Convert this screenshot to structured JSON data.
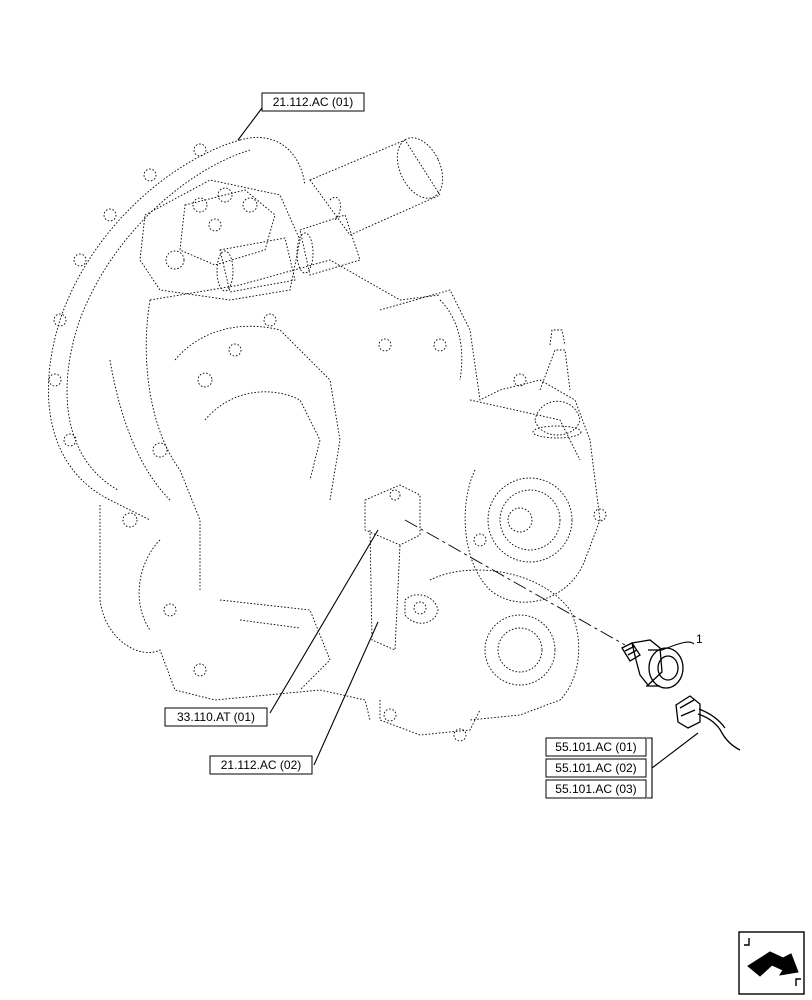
{
  "references": {
    "top": "21.112.AC (01)",
    "left_mid": "33.110.AT (01)",
    "left_low": "21.112.AC (02)",
    "right_1": "55.101.AC (01)",
    "right_2": "55.101.AC (02)",
    "right_3": "55.101.AC (03)"
  },
  "item_number": "1",
  "nav_icon": "next-page-arrow-icon"
}
